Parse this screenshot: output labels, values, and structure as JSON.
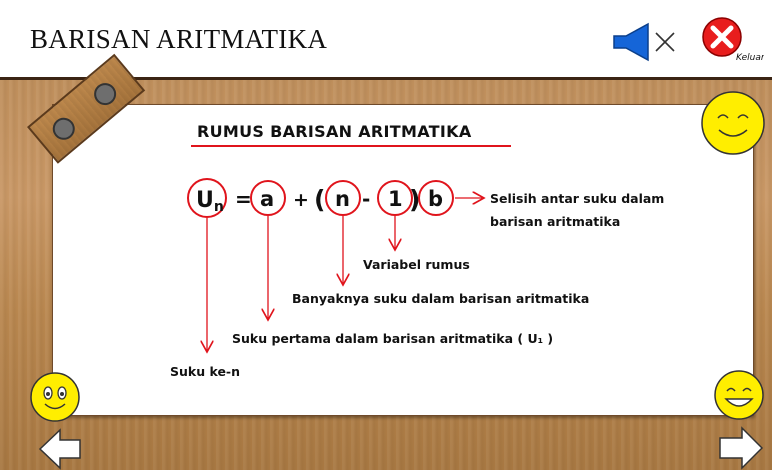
{
  "header": {
    "title": "BARISAN ARITMATIKA",
    "exit_label": "Keluar"
  },
  "content": {
    "heading": "RUMUS BARISAN ARITMATIKA",
    "formula": {
      "un_main": "U",
      "un_sub": "n",
      "equals": "=",
      "a": "a",
      "plus": "+",
      "open_paren": "(",
      "n": "n",
      "minus": "-",
      "one": "1",
      "close_paren": ")",
      "b": "b"
    },
    "labels": {
      "b": "Selisih antar suku dalam",
      "b_cont": "barisan aritmatika",
      "one": "Variabel rumus",
      "n": "Banyaknya suku dalam barisan aritmatika",
      "a": "Suku pertama dalam barisan aritmatika ( U₁ )",
      "un": "Suku ke-n"
    }
  },
  "colors": {
    "accent_red": "#e0141c",
    "speaker_blue": "#1565d8",
    "smiley_yellow": "#ffee00"
  },
  "icons": [
    "speaker-icon",
    "mute-x-icon",
    "exit-icon",
    "smiley-icon",
    "arrow-left-icon",
    "arrow-right-icon"
  ]
}
